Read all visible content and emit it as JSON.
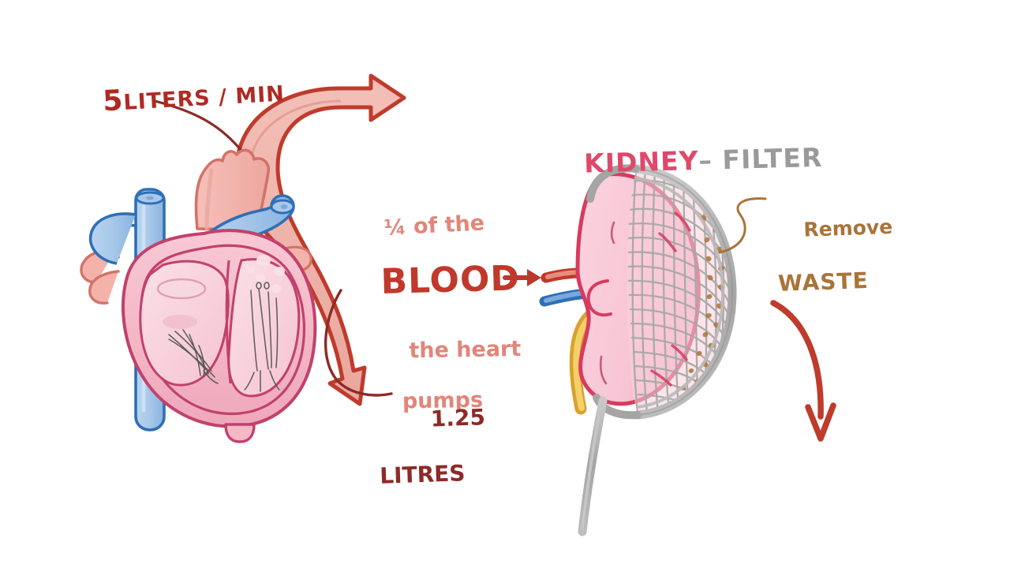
{
  "diagram": {
    "title_semantic": "kidney-blood-filtration-illustration",
    "background_color": "#ffffff",
    "palette": {
      "dark_red": "#b02a22",
      "brick_red": "#c0392b",
      "salmon": "#e2857a",
      "arrow_fill": "#efb1a8",
      "deep_red": "#8e2a27",
      "kidney_pink": "#f7c3d2",
      "kidney_outline": "#d83a5e",
      "pink_label": "#e0486a",
      "gray": "#9a9a9a",
      "mesh_gray": "#a8a8a8",
      "brown": "#a9743a",
      "vein_blue": "#3f7fc1",
      "ureter_yellow": "#e8b63a",
      "heart_muscle": "#f4b9c6",
      "heart_outline": "#c2416c",
      "aorta": "#f0a9a2"
    },
    "labels": {
      "flow_rate": {
        "value": "5",
        "unit": "LITERS / MIN",
        "full": "5 LITERS/MIN",
        "color": "#b02a22"
      },
      "fraction": {
        "text": "¼ of the",
        "color": "#e2857a"
      },
      "blood": {
        "text": "BLOOD",
        "color": "#c0392b"
      },
      "pumps_line1": {
        "text": "the heart",
        "color": "#e2857a"
      },
      "pumps_line2": {
        "text": "pumps",
        "color": "#e2857a"
      },
      "volume_line1": {
        "text": "1.25",
        "color": "#8e2a27"
      },
      "volume_line2": {
        "text": "LITRES",
        "color": "#8e2a27"
      },
      "kidney_title_a": {
        "text": "KIDNEY",
        "color": "#e0486a"
      },
      "kidney_title_b": {
        "text": "– FILTER",
        "color": "#9a9a9a"
      },
      "waste_line1": {
        "text": "Remove",
        "color": "#a9743a"
      },
      "waste_line2": {
        "text": "WASTE",
        "color": "#a9743a"
      }
    },
    "elements": {
      "heart": "anatomical-heart-cross-section",
      "kidney": "kidney-with-sieve-strainer",
      "big_arrow": "curved-double-headed-cardiac-output-arrow",
      "small_arrow": "blood-to-kidney-arrow",
      "waste_arrow": "waste-exit-arrow",
      "leader_volume": "leader-line-to-volume-label",
      "leader_waste": "leader-line-to-waste-label",
      "leader_rate": "leader-line-to-flow-rate-label"
    }
  }
}
